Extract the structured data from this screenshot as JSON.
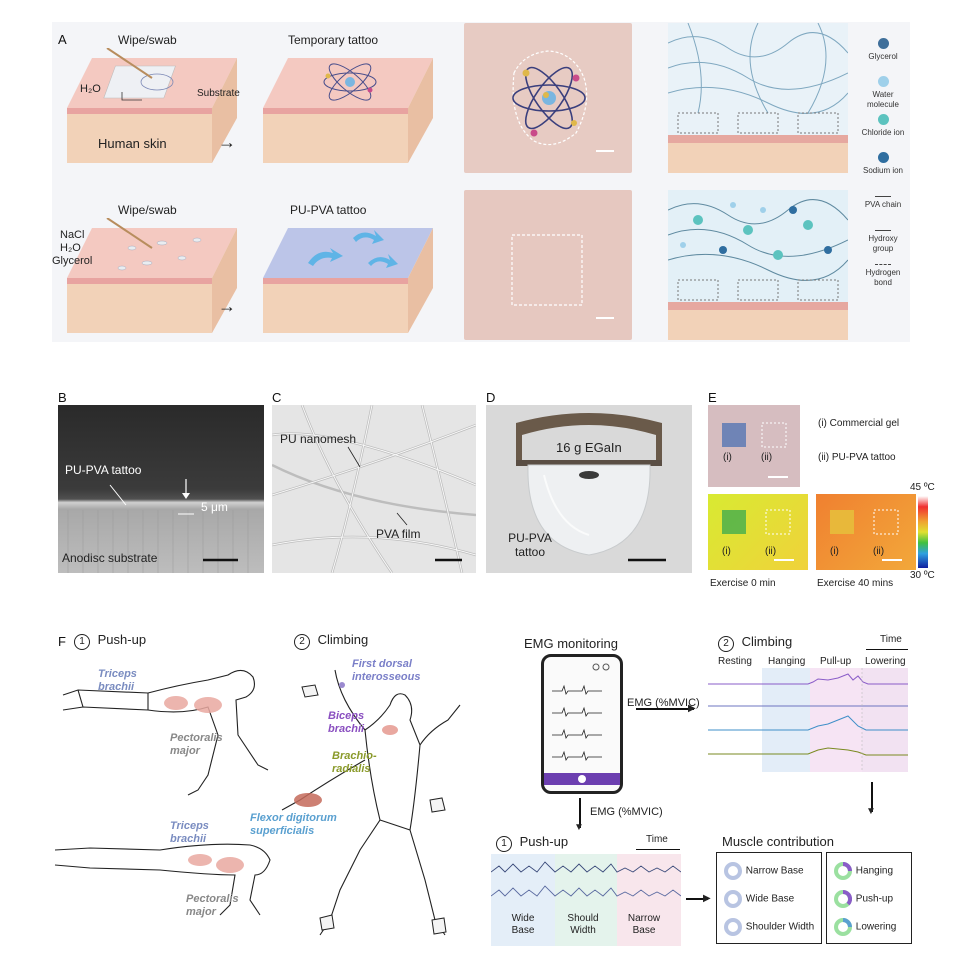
{
  "panelA": {
    "letter": "A",
    "row1": {
      "step1_title": "Wipe/swab",
      "step2_title": "Temporary tattoo",
      "h2o": "H₂O",
      "substrate": "Substrate",
      "skin": "Human skin"
    },
    "row2": {
      "step1_title": "Wipe/swab",
      "step2_title": "PU-PVA tattoo",
      "ingredients": [
        "NaCl",
        "H₂O",
        "Glycerol"
      ]
    },
    "legend": [
      {
        "label": "Glycerol",
        "color": "#3f6f9a"
      },
      {
        "label": "Water molecule",
        "color": "#9fd0ea"
      },
      {
        "label": "Chloride ion",
        "color": "#5cc3bf"
      },
      {
        "label": "Sodium ion",
        "color": "#2f6ea0"
      },
      {
        "label": "PVA chain",
        "color": "#444444"
      },
      {
        "label": "Hydroxy group",
        "color": "#444444"
      },
      {
        "label": "Hydrogen bond",
        "color": "#444444"
      }
    ]
  },
  "panelB": {
    "letter": "B",
    "film": "PU-PVA tattoo",
    "thickness": "5 μm",
    "substrate": "Anodisc substrate"
  },
  "panelC": {
    "letter": "C",
    "mesh": "PU nanomesh",
    "film": "PVA film"
  },
  "panelD": {
    "letter": "D",
    "weight": "16 g EGaIn",
    "tattoo": "PU-PVA tattoo"
  },
  "panelE": {
    "letter": "E",
    "i_label": "(i)  Commercial gel",
    "ii_label": "(ii)  PU-PVA tattoo",
    "i": "(i)",
    "ii": "(ii)",
    "scale_max": "45 ºC",
    "scale_min": "30 ºC",
    "caption_left": "Exercise 0 min",
    "caption_right": "Exercise 40 mins"
  },
  "panelF": {
    "letter": "F",
    "pushup_num": "1",
    "pushup_title": "Push-up",
    "climb_num": "2",
    "climb_title": "Climbing",
    "triceps": "Triceps brachii",
    "pectoralis": "Pectoralis major",
    "first_dorsal": "First dorsal interosseous",
    "biceps": "Biceps brachii",
    "brachio": "Brachio- radialis",
    "flexor": "Flexor digitorum superficialis",
    "emg_monitoring": "EMG monitoring",
    "emg_arrow_right": "EMG (%MVIC)",
    "emg_arrow_down": "EMG (%MVIC)",
    "climb_chart": {
      "num": "2",
      "title": "Climbing",
      "time": "Time",
      "phases": [
        "Resting",
        "Hanging",
        "Pull-up",
        "Lowering"
      ]
    },
    "push_chart": {
      "num": "1",
      "title": "Push-up",
      "time": "Time",
      "phases": [
        "Wide Base",
        "Should Width",
        "Narrow Base"
      ]
    },
    "muscle_contribution": "Muscle contribution",
    "left_box": [
      "Narrow Base",
      "Wide Base",
      "Shoulder Width"
    ],
    "right_box": [
      "Hanging",
      "Push-up",
      "Lowering"
    ]
  }
}
